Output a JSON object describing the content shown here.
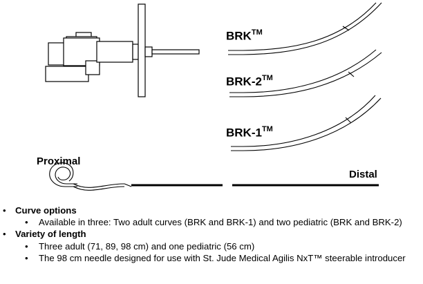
{
  "curves": [
    {
      "name": "BRK",
      "mark": "TM"
    },
    {
      "name": "BRK-2",
      "mark": "TM"
    },
    {
      "name": "BRK-1",
      "mark": "TM"
    }
  ],
  "ends": {
    "proximal": "Proximal",
    "distal": "Distal"
  },
  "bullets": [
    {
      "text": "Curve options",
      "level": 1,
      "bold": true
    },
    {
      "text": "Available in three: Two adult curves (BRK and BRK-1) and two pediatric (BRK and BRK-2)",
      "level": 2,
      "bold": false
    },
    {
      "text": "Variety of length",
      "level": 1,
      "bold": true
    },
    {
      "text": "Three adult (71, 89, 98 cm) and one pediatric (56 cm)",
      "level": 2,
      "bold": false
    },
    {
      "text": "The 98 cm needle designed for use with St. Jude Medical Agilis NxT™ steerable introducer",
      "level": 2,
      "bold": false
    }
  ],
  "bullet_glyph": "•"
}
